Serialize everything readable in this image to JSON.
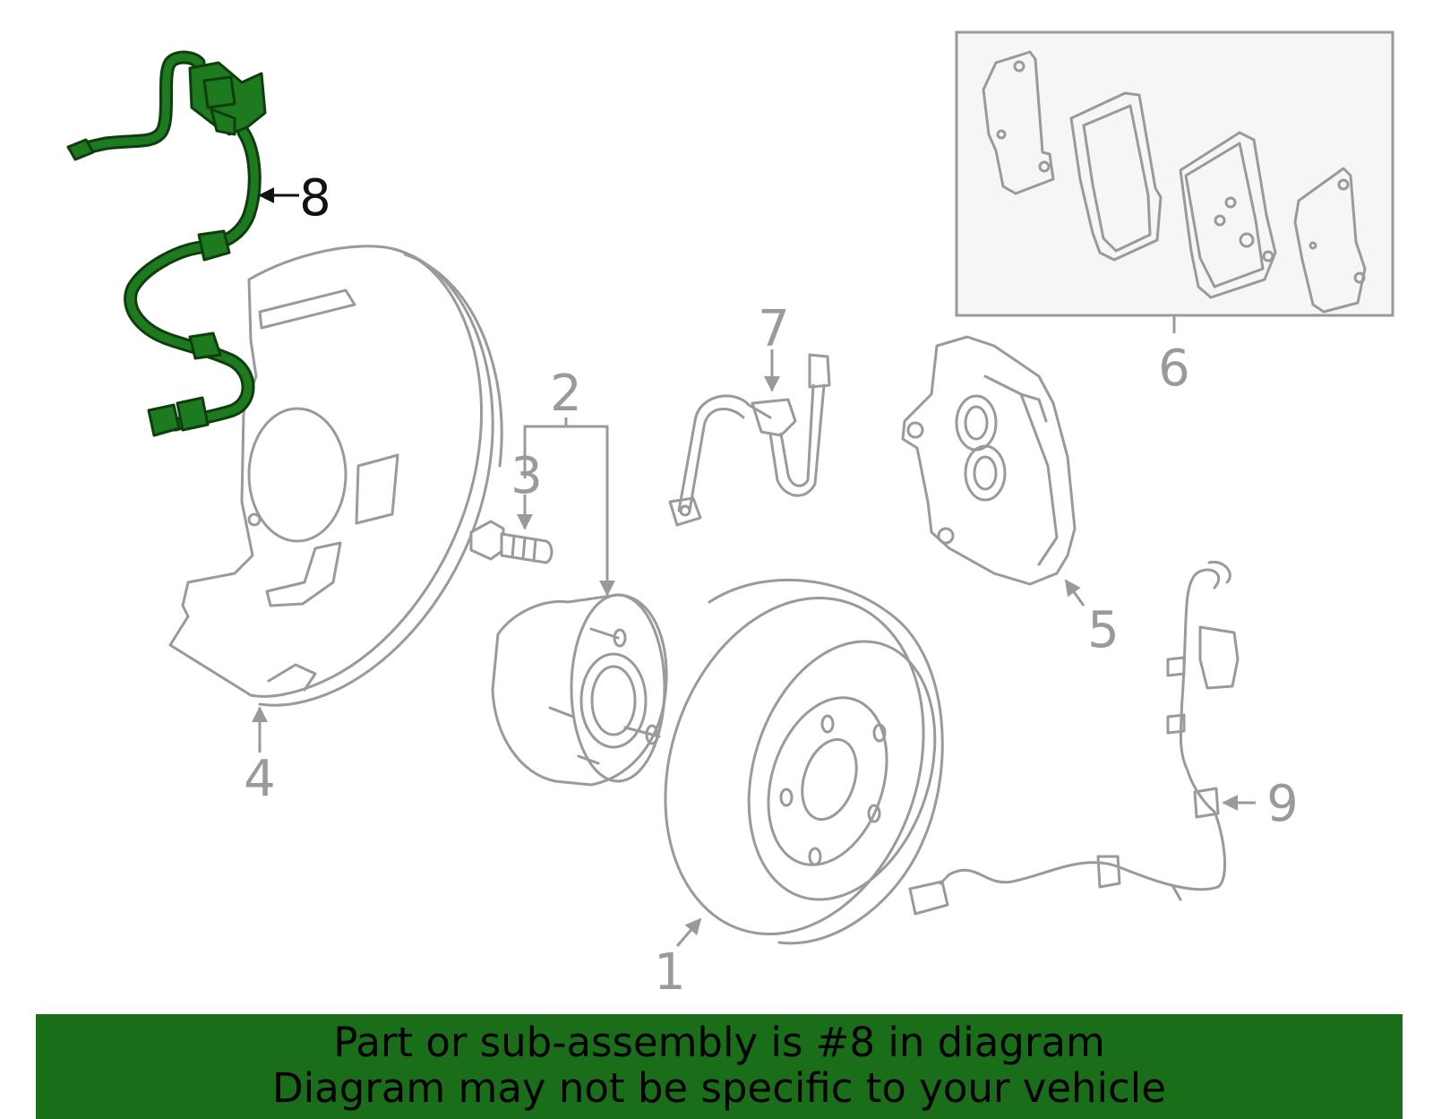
{
  "diagram": {
    "highlighted_part": "8",
    "callouts": [
      "1",
      "2",
      "3",
      "4",
      "5",
      "6",
      "7",
      "8",
      "9"
    ],
    "colors": {
      "highlight": "#1e7a1e",
      "part_lines": "#9a9a9a",
      "banner_background": "#1a6e1a",
      "banner_text": "#000000"
    }
  },
  "banner": {
    "line1": "Part or sub-assembly is #8 in diagram",
    "line2": "Diagram may not be specific to your vehicle"
  }
}
